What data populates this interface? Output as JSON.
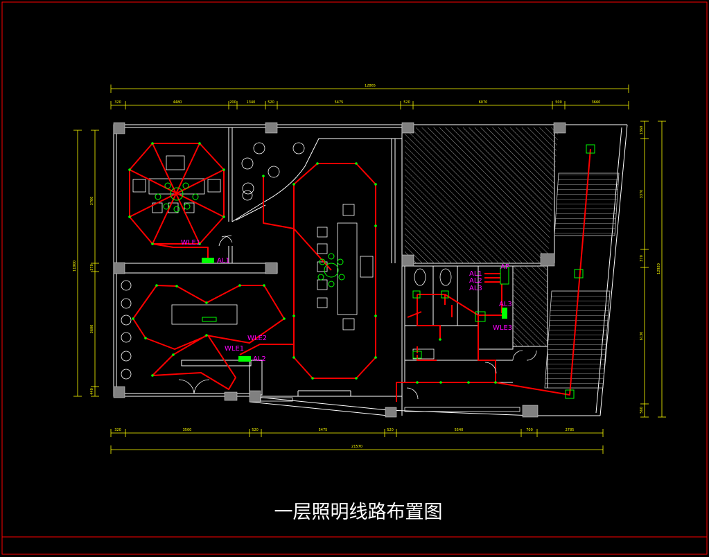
{
  "title": "一层照明线路布置图",
  "dimensions": {
    "top_total": "12865",
    "top_segments": [
      "320",
      "4480",
      "200",
      "1340",
      "520",
      "5475",
      "520",
      "6070",
      "500",
      "3660"
    ],
    "bottom_segments": [
      "320",
      "3500",
      "520",
      "5475",
      "520",
      "5540",
      "700",
      "2785"
    ],
    "bottom_total": "21570",
    "left_total": "11900",
    "left_segments": [
      "3700",
      "370",
      "3600",
      "440"
    ],
    "right_total": "12920",
    "right_segments": [
      "1360",
      "3370",
      "370",
      "6130",
      "560"
    ]
  },
  "labels": {
    "wle1_upper": "WLE1",
    "al1_upper": "AL1",
    "wle1_lower": "WLE1",
    "wle2": "WLE2",
    "al2": "AL2",
    "ap": "AP",
    "al1_right": "AL1",
    "al2_right": "AL2",
    "al3_right": "AL3",
    "al3": "AL3",
    "wle3": "WLE3"
  },
  "colors": {
    "background": "#000000",
    "frame": "#ff0000",
    "wiring": "#ff0000",
    "walls": "#ffffff",
    "dimensions": "#ffff00",
    "fixtures": "#00ff00",
    "labels": "#ff00ff",
    "columns": "#808080",
    "hatch": "#9a9a9a"
  }
}
